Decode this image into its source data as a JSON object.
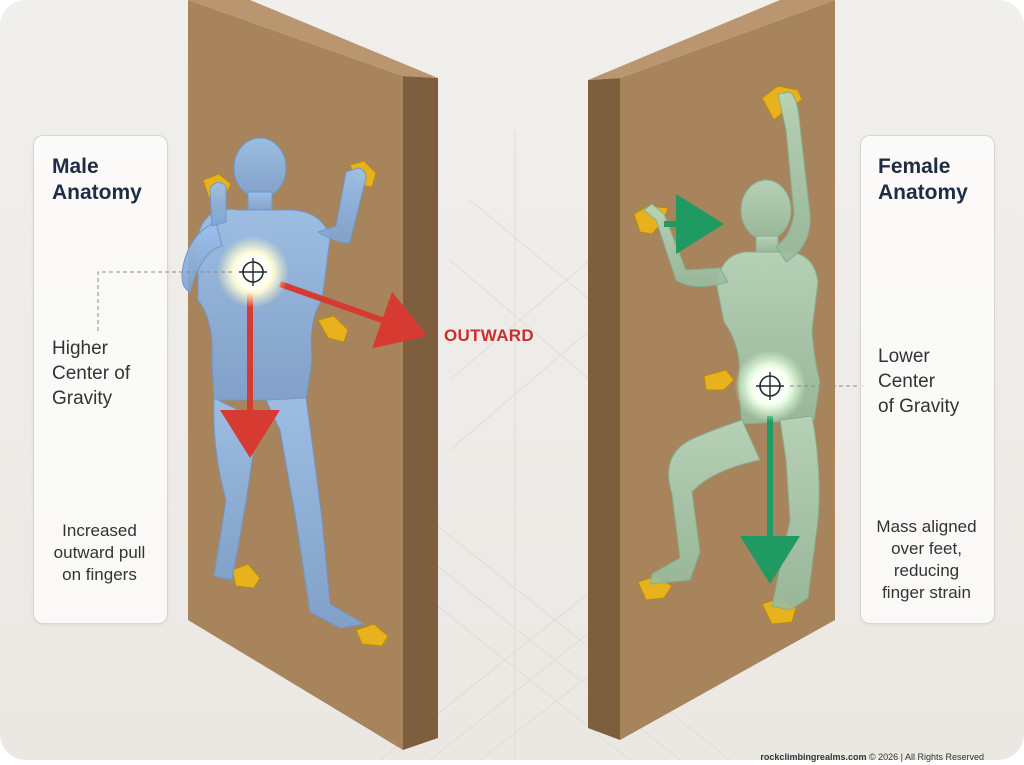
{
  "left_panel": {
    "title_lines": [
      "Male",
      "Anatomy"
    ],
    "center_label_lines": [
      "Higher",
      "Center of",
      "Gravity"
    ],
    "note_lines": [
      "Increased",
      "outward pull",
      "on fingers"
    ]
  },
  "right_panel": {
    "title_lines": [
      "Female",
      "Anatomy"
    ],
    "center_label_lines": [
      "Lower",
      "Center",
      "of Gravity"
    ],
    "note_lines": [
      "Mass aligned",
      "over feet,",
      "reducing",
      "finger strain"
    ]
  },
  "arrow_label": "OUTWARD",
  "credit": {
    "site": "rockclimbingrealms.com",
    "rest": " © 2026 | All Rights Reserved"
  },
  "colors": {
    "wall": "#a8845c",
    "wall_side": "#7d5f3e",
    "hold": "#e8b21c",
    "male_figure": "#8fb4e0",
    "female_figure": "#a9c8ae",
    "red_arrow": "#d63a30",
    "green_arrow": "#1e9a62"
  }
}
